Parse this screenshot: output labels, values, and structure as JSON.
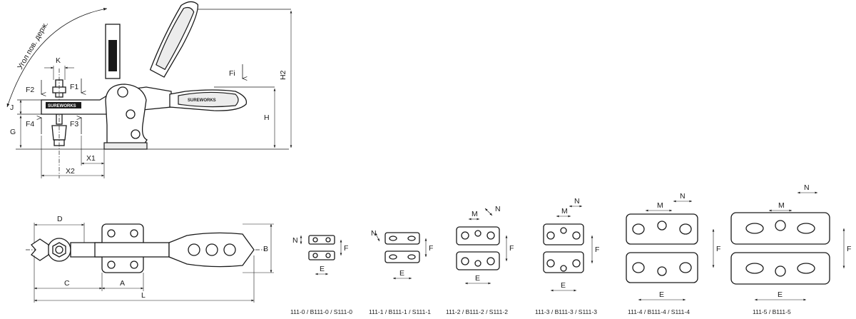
{
  "side_view": {
    "angle_label": "Угол пов. держ.",
    "dims": {
      "K": "K",
      "F1": "F1",
      "F2": "F2",
      "F3": "F3",
      "F4": "F4",
      "Fi": "Fi",
      "J": "J",
      "G": "G",
      "H": "H",
      "H2": "H2",
      "X1": "X1",
      "X2": "X2"
    }
  },
  "top_view": {
    "dims": {
      "D": "D",
      "C": "C",
      "A": "A",
      "L": "L",
      "B": "B"
    }
  },
  "base_plates": [
    {
      "caption": "111-0 / B111-0 / S111-0",
      "dims": {
        "N": "N",
        "F": "F",
        "E": "E"
      }
    },
    {
      "caption": "111-1 / B111-1 / S111-1",
      "dims": {
        "N": "N",
        "F": "F",
        "E": "E"
      }
    },
    {
      "caption": "111-2 / B111-2 / S111-2",
      "dims": {
        "M": "M",
        "N": "N",
        "F": "F",
        "E": "E"
      }
    },
    {
      "caption": "111-3 / B111-3 / S111-3",
      "dims": {
        "M": "M",
        "N": "N",
        "F": "F",
        "E": "E"
      }
    },
    {
      "caption": "111-4 / B111-4 / S111-4",
      "dims": {
        "M": "M",
        "N": "N",
        "F": "F",
        "E": "E"
      }
    },
    {
      "caption": "111-5 / B111-5",
      "dims": {
        "M": "M",
        "N": "N",
        "F": "F",
        "E": "E"
      }
    }
  ]
}
